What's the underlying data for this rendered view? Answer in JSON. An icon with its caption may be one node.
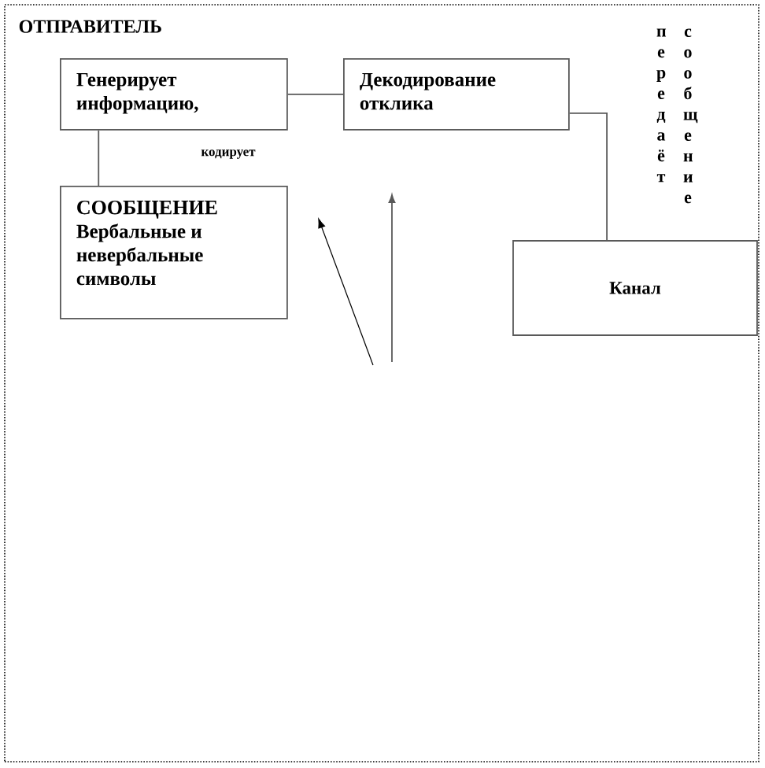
{
  "diagram": {
    "nodes": [
      {
        "text": [
          "ОТПРАВИТЕЛЬ"
        ]
      },
      {
        "text": [
          "Генерирует информацию,"
        ],
        "in": 0
      },
      {
        "text": [
          "Декодирование отклика"
        ],
        "in": 0
      },
      {
        "text": [
          "СООБЩЕНИЕ",
          "Вербальные и невербальные символы"
        ],
        "in": 0
      },
      {
        "text": [
          "Канал"
        ],
        "in": 0
      }
    ],
    "edges": [
      {
        "from": 1,
        "to": 2,
        "arrow": "none"
      },
      {
        "from": 1,
        "to": 3,
        "arrow": "none"
      },
      {
        "from": 2,
        "to": 4,
        "arrow": "none"
      }
    ],
    "labels": [
      "кодирует",
      "передаёт",
      "сообщение"
    ]
  }
}
